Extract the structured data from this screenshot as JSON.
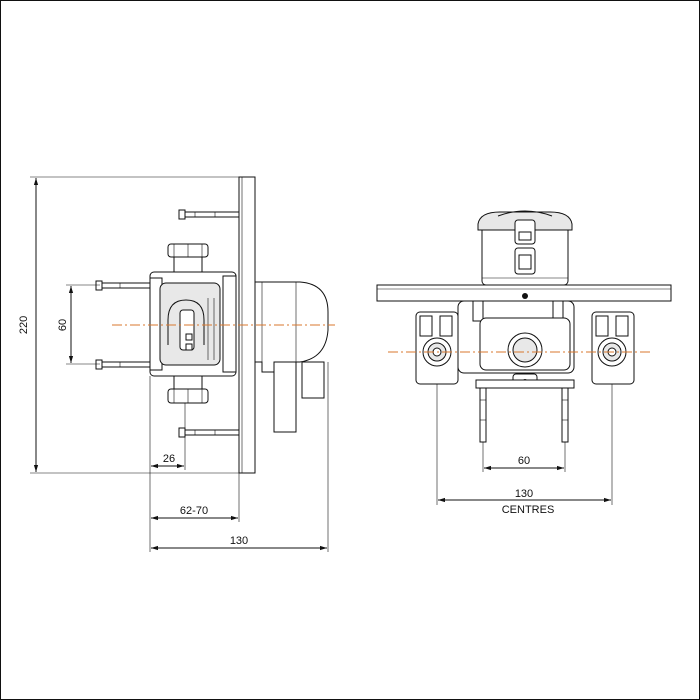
{
  "side_view": {
    "dim_220": "220",
    "dim_60": "60",
    "dim_26": "26",
    "dim_62_70": "62-70",
    "dim_130": "130"
  },
  "front_view": {
    "dim_60": "60",
    "dim_130": "130",
    "centres_label": "CENTRES"
  },
  "colors": {
    "outline": "#111111",
    "centerline": "#d9772e",
    "shade": "#e8e8e8"
  }
}
